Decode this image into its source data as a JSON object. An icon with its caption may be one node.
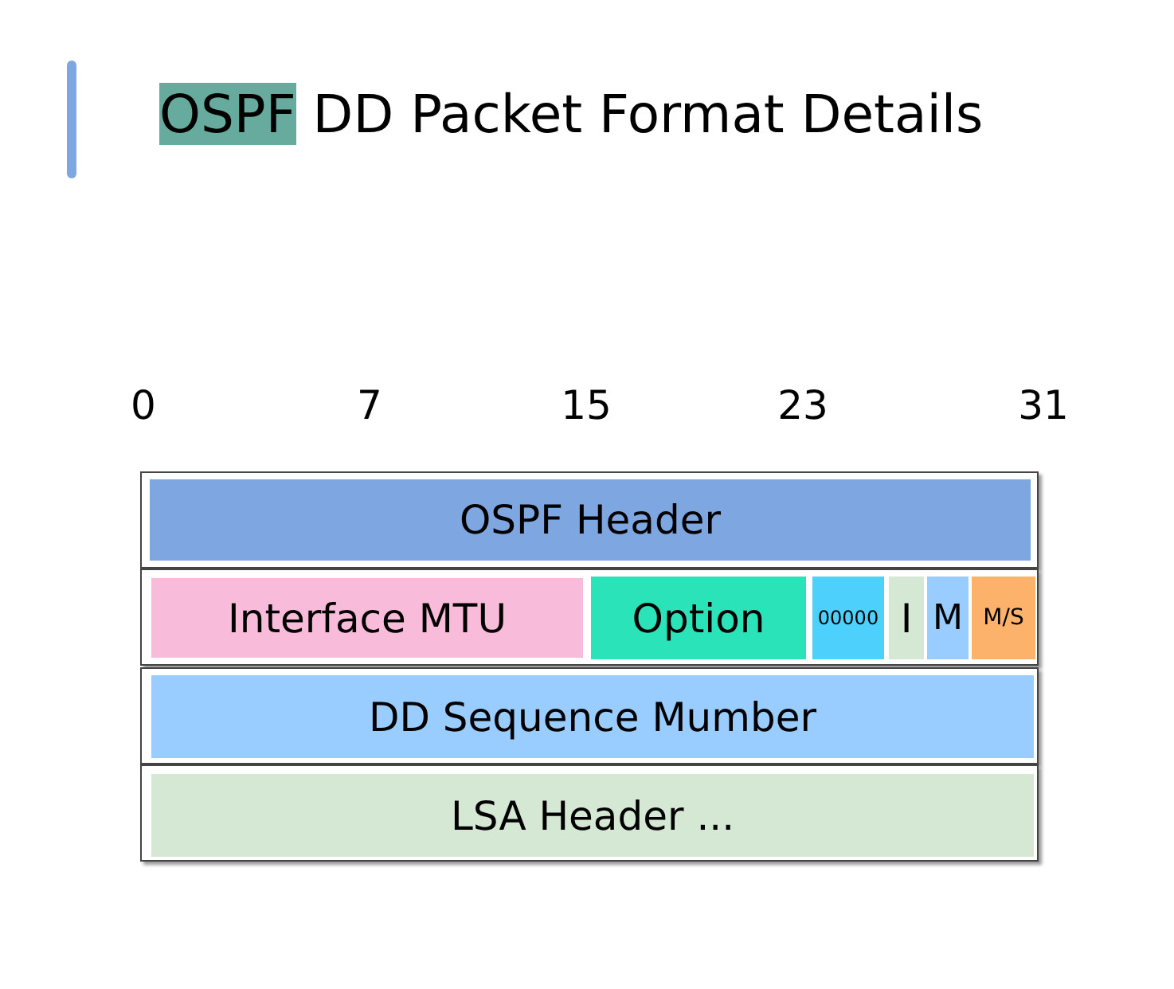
{
  "diagram": {
    "title": "OSPF DD Packet  Format Details",
    "nodes": [
      {
        "text": [
          "OSPF Header"
        ]
      },
      {
        "text": [
          "Interface MTU"
        ]
      },
      {
        "text": [
          "Option"
        ]
      },
      {
        "text": [
          "00000"
        ]
      },
      {
        "text": [
          "I"
        ]
      },
      {
        "text": [
          "M"
        ]
      },
      {
        "text": [
          "M/S"
        ]
      },
      {
        "text": [
          "DD Sequence Mumber"
        ]
      },
      {
        "text": [
          "LSA Header ..."
        ]
      }
    ],
    "labels": [
      "0",
      "7",
      "15",
      "23",
      "31"
    ]
  }
}
